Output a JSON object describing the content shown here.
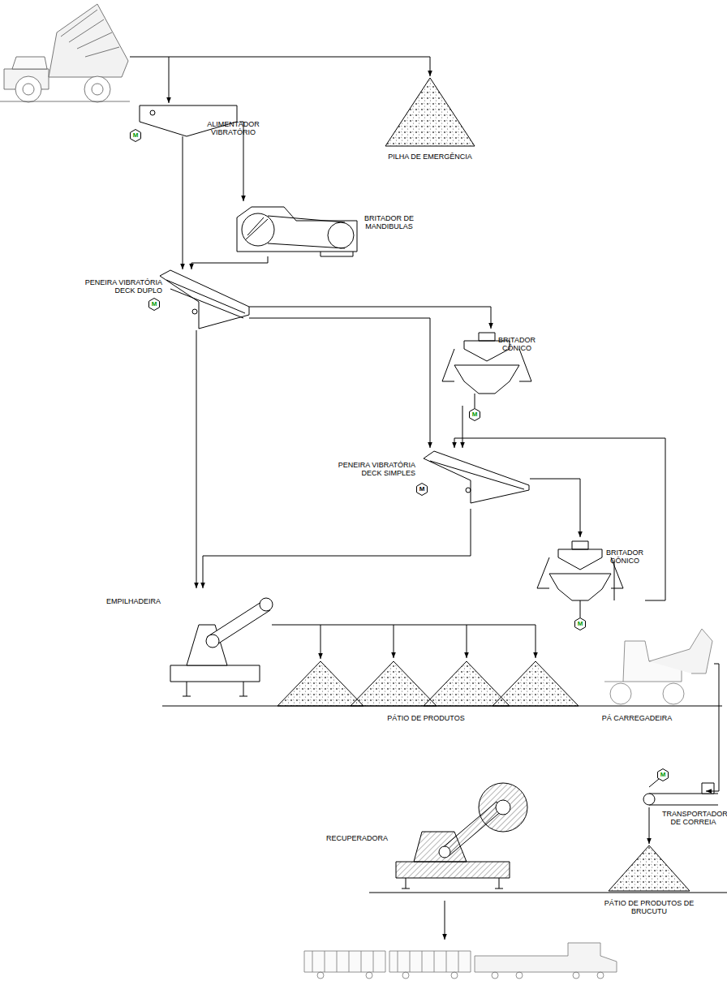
{
  "diagram": {
    "nodes": [
      {
        "text": [
          "ALIMENTADOR VIBRATÓRIO"
        ]
      },
      {
        "text": [
          "PILHA DE EMERGÊNCIA"
        ]
      },
      {
        "text": [
          "BRITADOR DE MANDIBULAS"
        ]
      },
      {
        "text": [
          "PENEIRA VIBRATÓRIA DECK DUPLO"
        ]
      },
      {
        "text": [
          "BRITADOR CÔNICO"
        ]
      },
      {
        "text": [
          "PENEIRA VIBRATÓRIA DECK SIMPLES"
        ]
      },
      {
        "text": [
          "BRITADOR CÔNICO"
        ]
      },
      {
        "text": [
          "EMPILHADEIRA"
        ]
      },
      {
        "text": [
          "PÁTIO DE PRODUTOS"
        ]
      },
      {
        "text": [
          "PÁ CARREGADEIRA"
        ]
      },
      {
        "text": [
          "TRANSPORTADOR DE CORREIA"
        ]
      },
      {
        "text": [
          "PÁTIO DE PRODUTOS DE BRUCUTU"
        ]
      },
      {
        "text": [
          "RECUPERADORA"
        ]
      }
    ],
    "edges": [
      {
        "from": 0,
        "to": 2,
        "arrow": "to"
      },
      {
        "from": 0,
        "to": 3,
        "arrow": "to"
      },
      {
        "from": 2,
        "to": 3,
        "arrow": "to"
      },
      {
        "from": 3,
        "to": 4,
        "arrow": "to"
      },
      {
        "from": 3,
        "to": 5,
        "arrow": "to"
      },
      {
        "from": 4,
        "to": 5,
        "arrow": "to"
      },
      {
        "from": 5,
        "to": 6,
        "arrow": "to"
      },
      {
        "from": 6,
        "to": 5,
        "arrow": "to"
      },
      {
        "from": 3,
        "to": 7,
        "arrow": "to"
      },
      {
        "from": 5,
        "to": 7,
        "arrow": "to"
      },
      {
        "from": 7,
        "to": 8,
        "arrow": "to"
      },
      {
        "from": 9,
        "to": 10,
        "arrow": "to"
      },
      {
        "from": 10,
        "to": 11,
        "arrow": "to"
      }
    ],
    "labels": [
      "M",
      "M",
      "M",
      "M",
      "M",
      "M"
    ]
  }
}
